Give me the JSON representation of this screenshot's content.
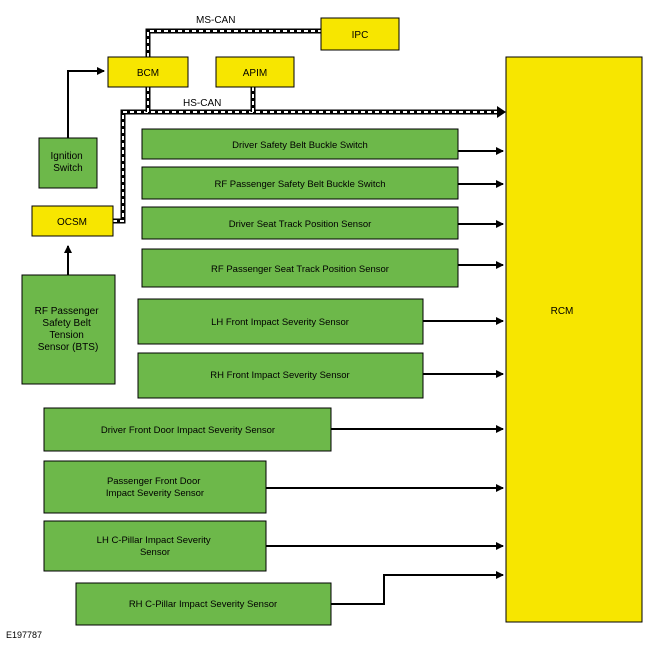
{
  "colors": {
    "module_fill": "#f7e600",
    "sensor_fill": "#6db84a",
    "stroke": "#000000",
    "bus_dash": "#ffffff"
  },
  "bus_labels": {
    "ms_can": "MS-CAN",
    "hs_can": "HS-CAN"
  },
  "modules": {
    "ipc": "IPC",
    "bcm": "BCM",
    "apim": "APIM",
    "ocsm": "OCSM",
    "rcm": "RCM"
  },
  "inputs": {
    "ignition_switch": [
      "Ignition",
      "Switch"
    ],
    "bts": [
      "RF Passenger",
      "Safety Belt",
      "Tension",
      "Sensor (BTS)"
    ]
  },
  "sensors": {
    "driver_buckle": [
      "Driver Safety Belt Buckle Switch"
    ],
    "rf_buckle": [
      "RF Passenger Safety Belt Buckle Switch"
    ],
    "driver_seat_track": [
      "Driver Seat Track Position Sensor"
    ],
    "rf_seat_track": [
      "RF Passenger Seat Track Position Sensor"
    ],
    "lh_front": [
      "LH Front Impact Severity Sensor"
    ],
    "rh_front": [
      "RH Front Impact Severity Sensor"
    ],
    "driver_door": [
      "Driver Front Door Impact Severity Sensor"
    ],
    "pass_door": [
      "Passenger Front Door",
      "Impact Severity Sensor"
    ],
    "lh_cpillar": [
      "LH C-Pillar Impact Severity",
      "Sensor"
    ],
    "rh_cpillar": [
      "RH C-Pillar Impact Severity Sensor"
    ]
  },
  "figure_code": "E197787"
}
